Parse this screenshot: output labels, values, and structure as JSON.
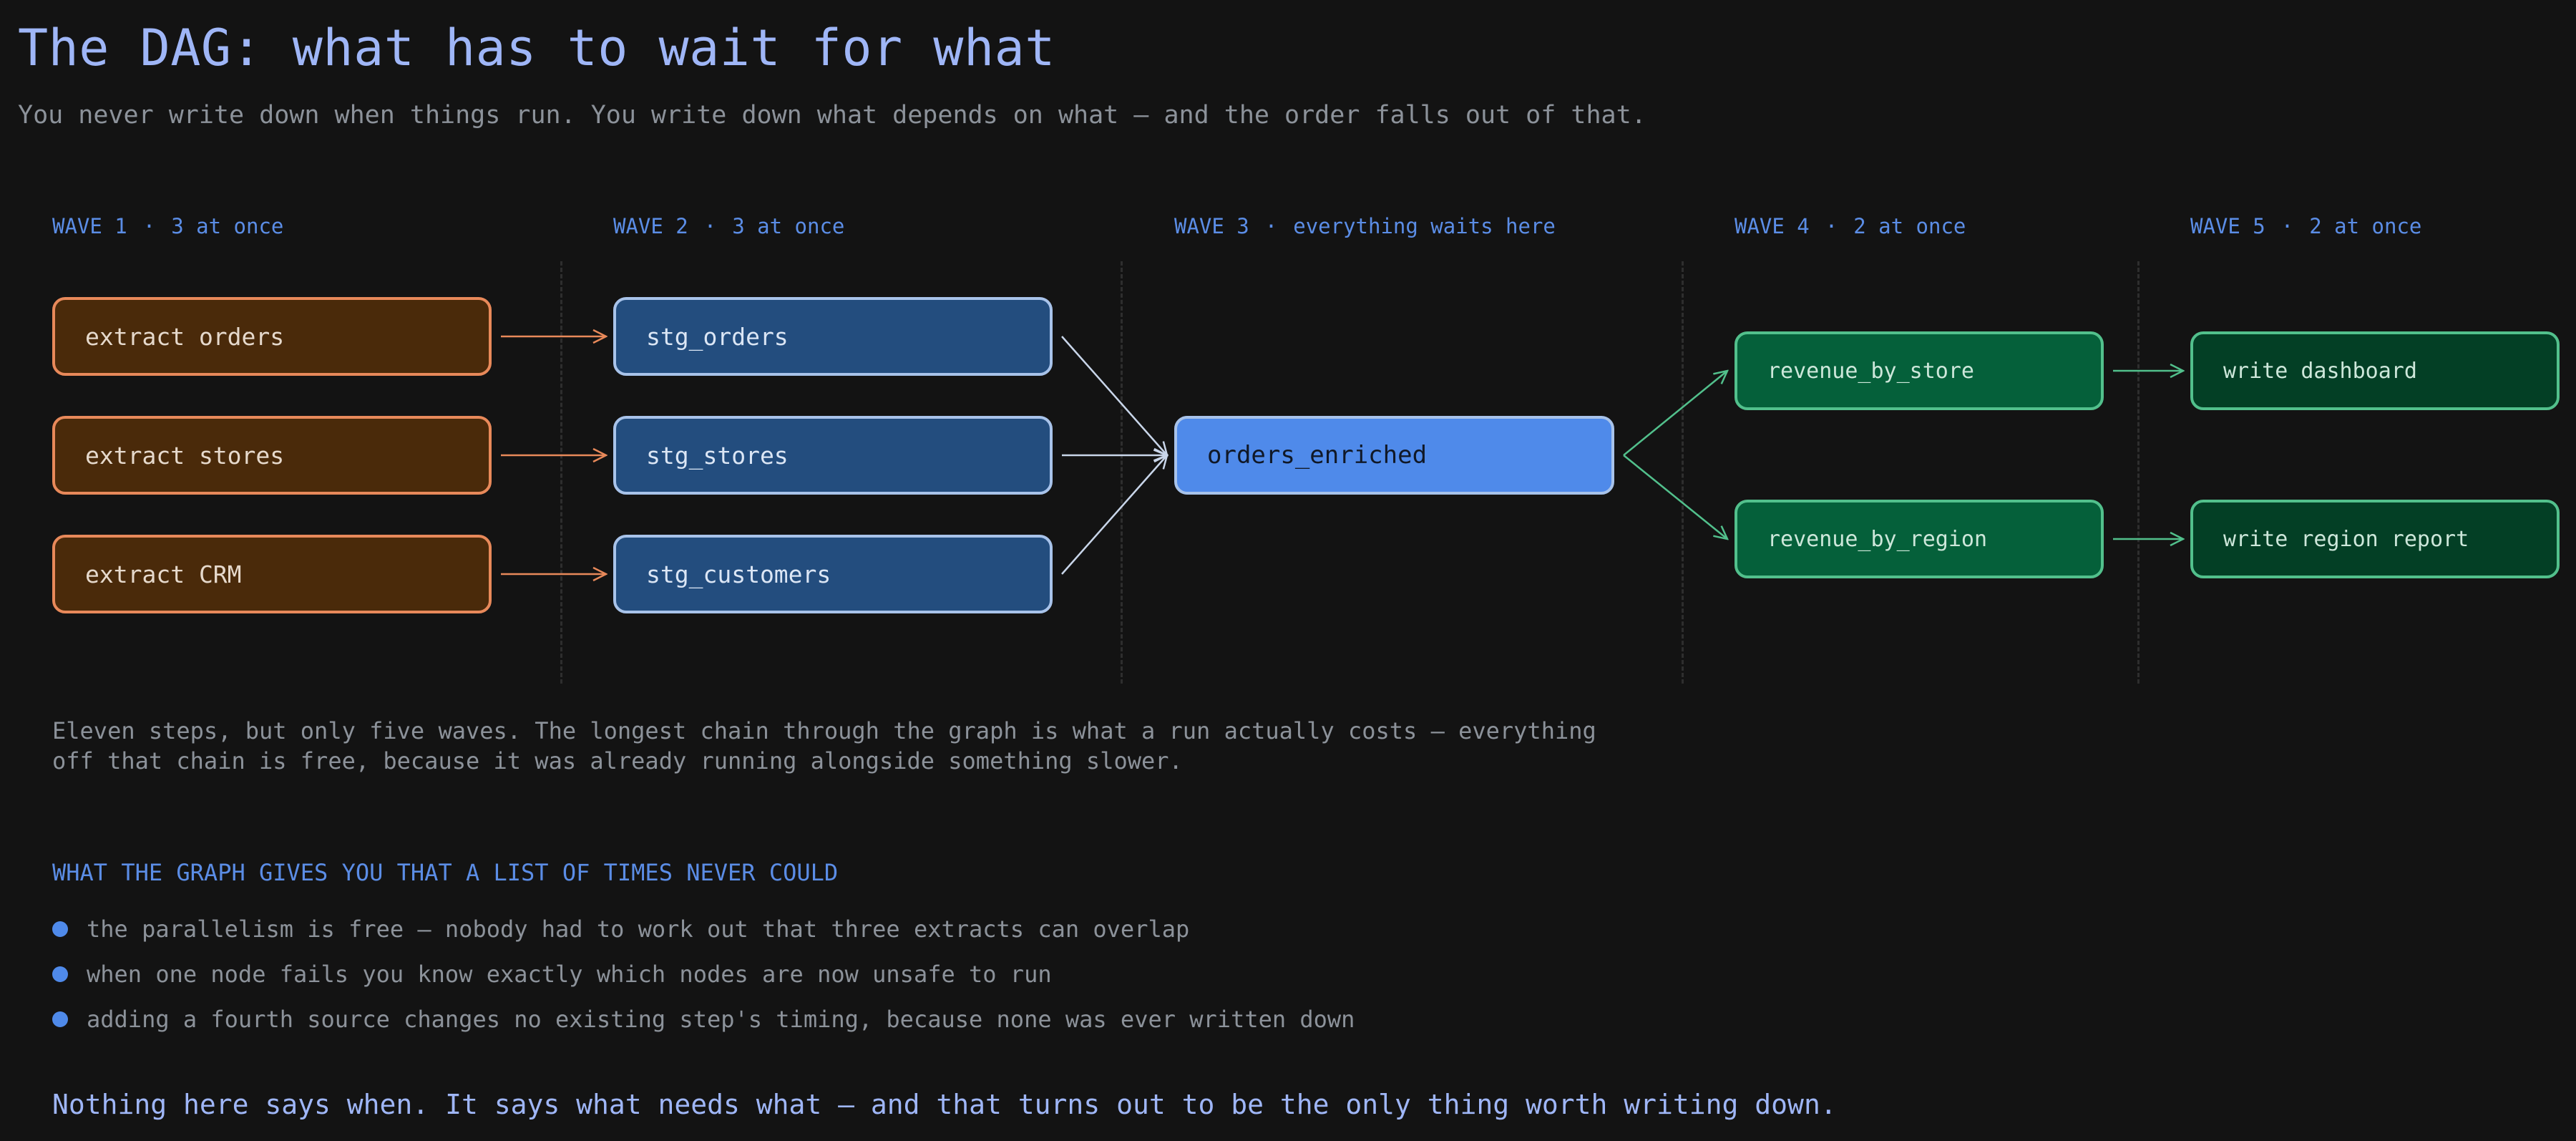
{
  "title": "The DAG: what has to wait for what",
  "subtitle": "You never write down when things run. You write down what depends on what — and the order falls out of that.",
  "waves": [
    {
      "label": "WAVE 1",
      "separator": "·",
      "note": "3 at once"
    },
    {
      "label": "WAVE 2",
      "separator": "·",
      "note": "3 at once"
    },
    {
      "label": "WAVE 3",
      "separator": "·",
      "note": "everything waits here"
    },
    {
      "label": "WAVE 4",
      "separator": "·",
      "note": "2 at once"
    },
    {
      "label": "WAVE 5",
      "separator": "·",
      "note": "2 at once"
    }
  ],
  "nodes": {
    "extract_orders": "extract orders",
    "extract_stores": "extract stores",
    "extract_crm": "extract CRM",
    "stg_orders": "stg_orders",
    "stg_stores": "stg_stores",
    "stg_customers": "stg_customers",
    "orders_enriched": "orders_enriched",
    "revenue_by_store": "revenue_by_store",
    "revenue_by_region": "revenue_by_region",
    "write_dashboard": "write dashboard",
    "write_region_report": "write region report"
  },
  "edges": [
    {
      "from": "extract_orders",
      "to": "stg_orders"
    },
    {
      "from": "extract_stores",
      "to": "stg_stores"
    },
    {
      "from": "extract_crm",
      "to": "stg_customers"
    },
    {
      "from": "stg_orders",
      "to": "orders_enriched"
    },
    {
      "from": "stg_stores",
      "to": "orders_enriched"
    },
    {
      "from": "stg_customers",
      "to": "orders_enriched"
    },
    {
      "from": "orders_enriched",
      "to": "revenue_by_store"
    },
    {
      "from": "orders_enriched",
      "to": "revenue_by_region"
    },
    {
      "from": "revenue_by_store",
      "to": "write_dashboard"
    },
    {
      "from": "revenue_by_region",
      "to": "write_region_report"
    }
  ],
  "colors": {
    "extract_edge": "#e8895a",
    "stg_edge": "#c9d6ea",
    "green_edge": "#52c08c"
  },
  "note_lines": [
    "Eleven steps, but only five waves. The longest chain through the graph is what a run actually costs — everything",
    "off that chain is free, because it was already running alongside something slower."
  ],
  "section_title": "WHAT THE GRAPH GIVES YOU THAT A LIST OF TIMES NEVER COULD",
  "bullets": [
    "the parallelism is free — nobody had to work out that three extracts can overlap",
    "when one node fails you know exactly which nodes are now unsafe to run",
    "adding a fourth source changes no existing step's timing, because none was ever written down"
  ],
  "closing": "Nothing here says when. It says what needs what — and that turns out to be the only thing worth writing down."
}
